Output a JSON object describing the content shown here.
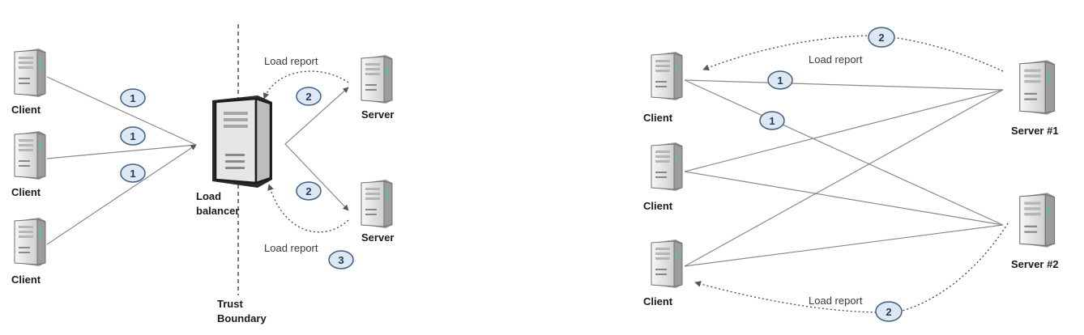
{
  "left_diagram": {
    "client_label": "Client",
    "server_label": "Server",
    "load_balancer_line1": "Load",
    "load_balancer_line2": "balancer",
    "load_report_label": "Load report",
    "trust_boundary_line1": "Trust",
    "trust_boundary_line2": "Boundary",
    "step_badges": [
      "1",
      "1",
      "1",
      "2",
      "2",
      "3"
    ]
  },
  "right_diagram": {
    "client_label": "Client",
    "server1_label": "Server #1",
    "server2_label": "Server #2",
    "load_report_label": "Load report",
    "step_badges": [
      "1",
      "1",
      "2",
      "2"
    ]
  },
  "colors": {
    "line": "#8a8a8a",
    "badge_fill": "#dde8f3",
    "badge_stroke": "#3f5f86",
    "server_body": "#ececec",
    "load_balancer_body": "#e2e2e2",
    "accent_green": "#69b89a"
  }
}
